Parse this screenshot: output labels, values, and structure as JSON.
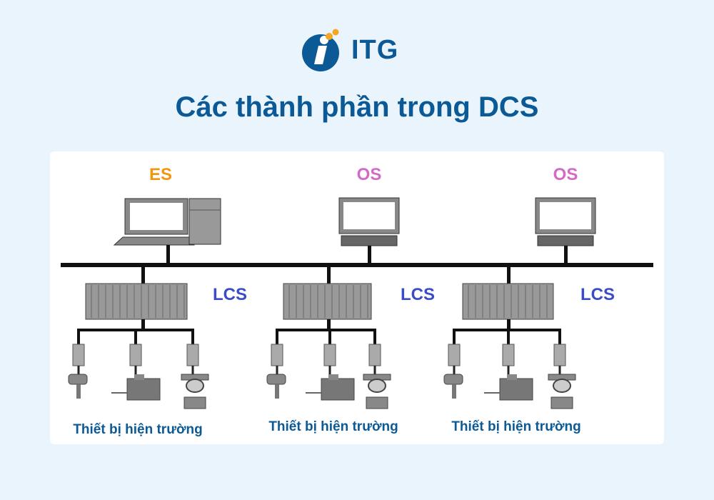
{
  "brand": {
    "name": "ITG",
    "colors": {
      "primary": "#0b5a96",
      "accent": "#f5a623"
    }
  },
  "title": "Các thành phần trong DCS",
  "colors": {
    "es": "#f0960f",
    "os": "#d46ac8",
    "lcs": "#3b4cc9",
    "field_label": "#0b5a96"
  },
  "stations": [
    {
      "label": "ES",
      "type": "engineering-station"
    },
    {
      "label": "OS",
      "type": "operator-station"
    },
    {
      "label": "OS",
      "type": "operator-station"
    }
  ],
  "controllers": [
    {
      "label": "LCS",
      "field_label": "Thiết bị hiện trường",
      "devices": [
        "sensor",
        "motor",
        "transmitter"
      ]
    },
    {
      "label": "LCS",
      "field_label": "Thiết bị hiện trường",
      "devices": [
        "sensor",
        "motor",
        "transmitter"
      ]
    },
    {
      "label": "LCS",
      "field_label": "Thiết bị hiện trường",
      "devices": [
        "sensor",
        "motor",
        "transmitter"
      ]
    }
  ]
}
